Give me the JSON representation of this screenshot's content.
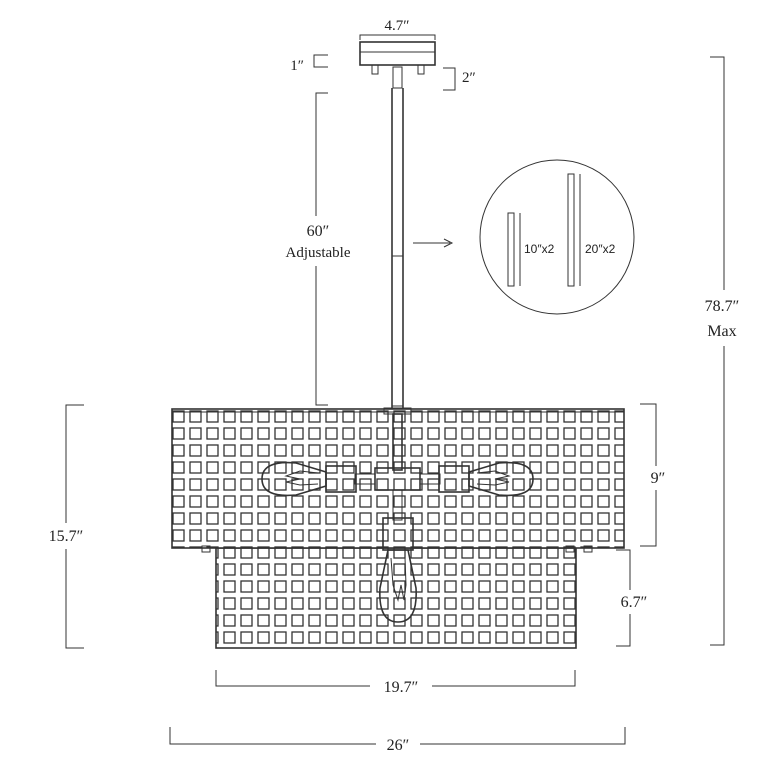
{
  "dimensions": {
    "canopy_width": "4.7″",
    "canopy_height": "1″",
    "canopy_drop": "2″",
    "rod_length": "60″",
    "rod_adjustable": "Adjustable",
    "overall_height": "78.7″",
    "overall_height_note": "Max",
    "fixture_height": "15.7″",
    "upper_shade_height": "9″",
    "lower_shade_height": "6.7″",
    "lower_shade_width": "19.7″",
    "upper_shade_width": "26″"
  },
  "rod_detail": {
    "short_rods": "10″x2",
    "long_rods": "20″x2"
  },
  "colors": {
    "line": "#333333",
    "background": "#ffffff"
  }
}
